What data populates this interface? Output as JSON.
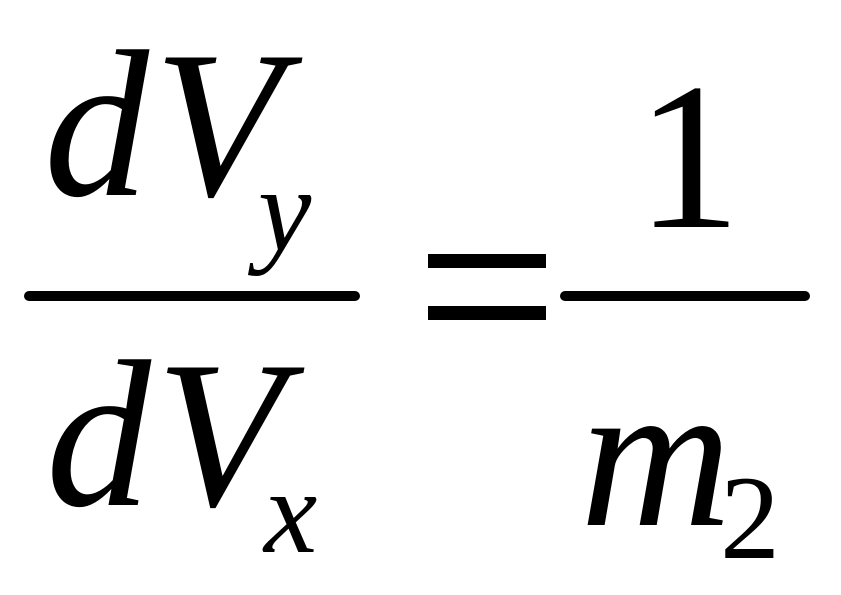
{
  "equation": {
    "lhs": {
      "numerator": {
        "d": "d",
        "var": "V",
        "subscript": "y"
      },
      "denominator": {
        "d": "d",
        "var": "V",
        "subscript": "x"
      }
    },
    "operator": "=",
    "rhs": {
      "numerator": "1",
      "denominator": {
        "var": "m",
        "subscript": "2"
      }
    }
  }
}
